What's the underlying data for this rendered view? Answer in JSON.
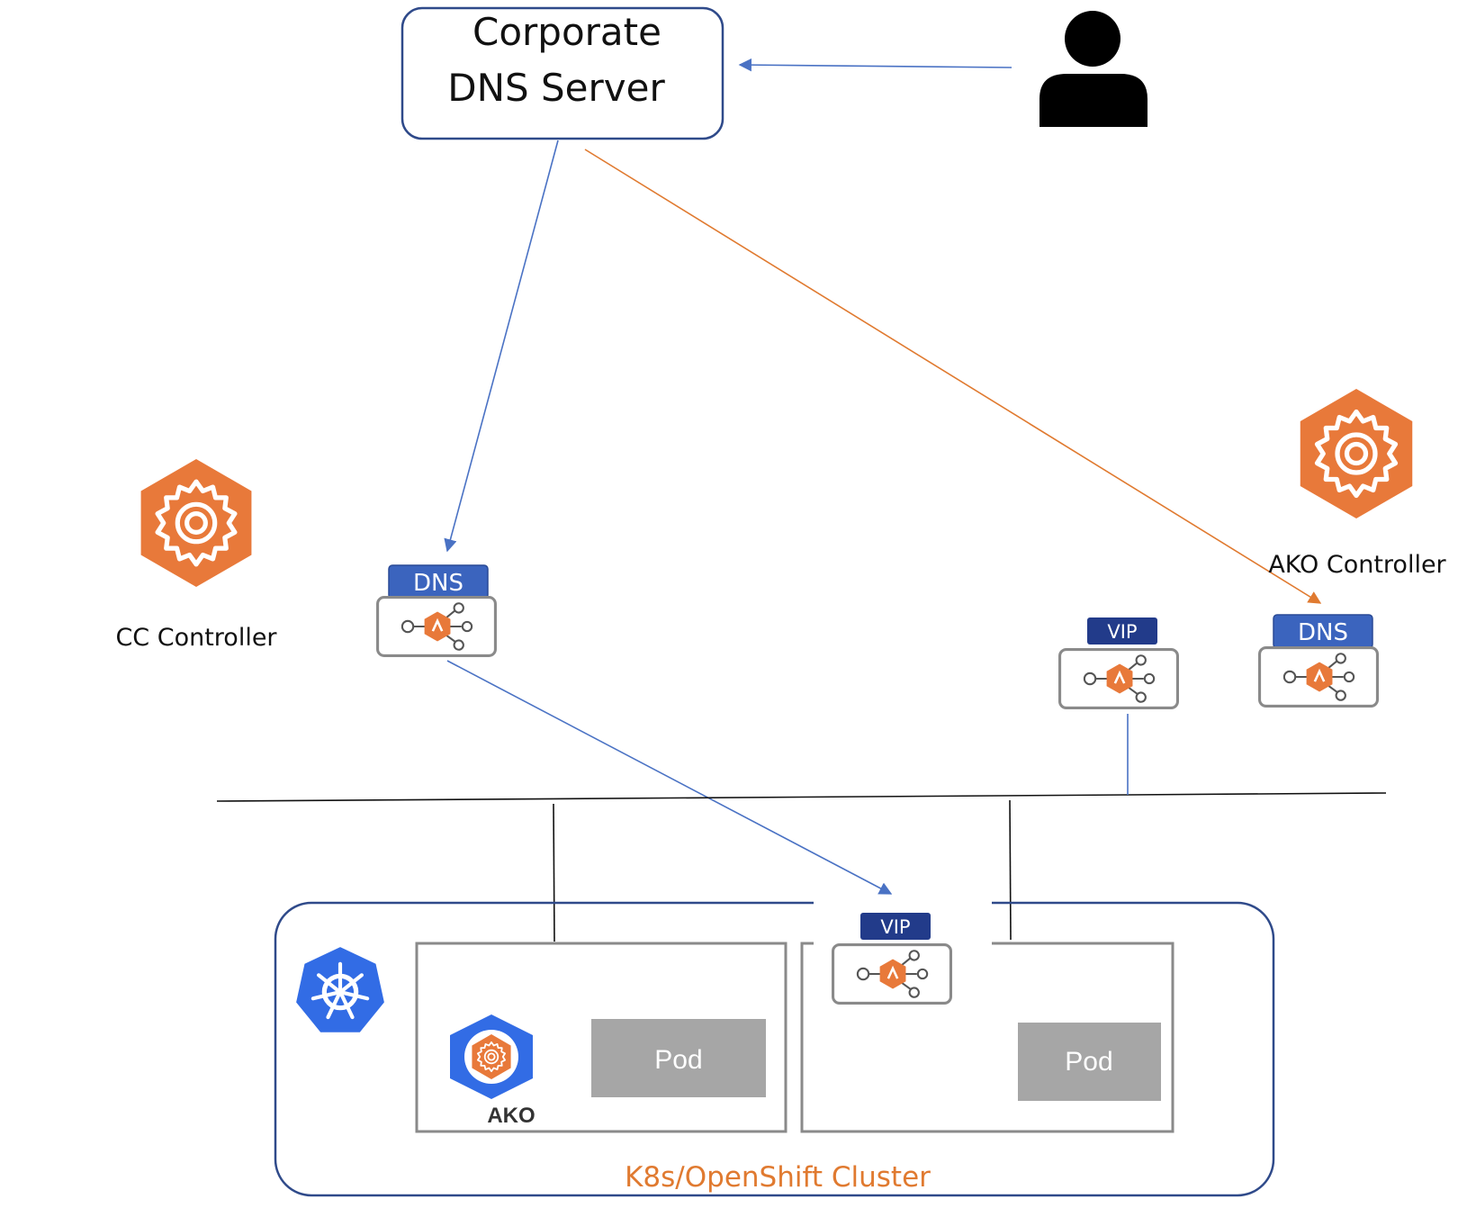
{
  "dns_server": {
    "line1": "Corporate",
    "line2": "DNS Server"
  },
  "controllers": {
    "cc": {
      "label": "CC Controller",
      "icon": "gear-hexagon-icon"
    },
    "ako": {
      "label": "AKO Controller",
      "icon": "gear-hexagon-icon"
    }
  },
  "service_engines": {
    "dns_left": {
      "tag": "DNS"
    },
    "vip_right": {
      "tag": "VIP"
    },
    "dns_right": {
      "tag": "DNS"
    },
    "vip_cluster": {
      "tag": "VIP"
    }
  },
  "cluster": {
    "label": "K8s/OpenShift Cluster",
    "ako_label": "AKO",
    "pods": [
      "Pod",
      "Pod"
    ]
  },
  "colors": {
    "blue_arrow": "#4a72c4",
    "orange_arrow": "#e07a30",
    "box_border": "#2f4a8a",
    "avi_orange": "#e8793a",
    "tag_blue": "#3b64be",
    "tag_navy": "#223b8a",
    "k8s_blue": "#326ce5",
    "pod_gray": "#a6a6a6"
  }
}
